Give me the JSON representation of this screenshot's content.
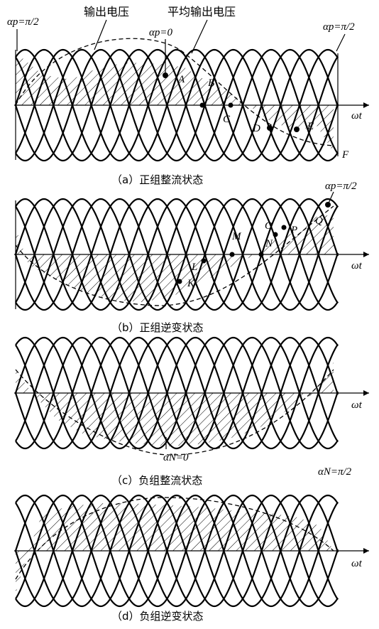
{
  "top_labels": {
    "output_voltage": "输出电压",
    "average_voltage": "平均输出电压",
    "alpha_p_left": "αp=π/2",
    "alpha_p_zero": "αp=0",
    "alpha_p_right": "αp=π/2"
  },
  "axis_label": "ωt",
  "panels": [
    {
      "id": "a",
      "caption": "（a）正组整流状态",
      "points": [
        "A",
        "B",
        "C",
        "D",
        "E",
        "F"
      ]
    },
    {
      "id": "b",
      "caption": "（b）正组逆变状态",
      "corner_label": "αp=π/2",
      "points": [
        "K",
        "L",
        "M",
        "N",
        "O",
        "P",
        "Q"
      ]
    },
    {
      "id": "c",
      "caption": "（c）负组整流状态",
      "bottom_label_center": "αN=0",
      "bottom_label_right": "αN=π/2"
    },
    {
      "id": "d",
      "caption": "（d）负组逆变状态"
    }
  ],
  "colors": {
    "ink": "#000000",
    "background": "#ffffff"
  }
}
